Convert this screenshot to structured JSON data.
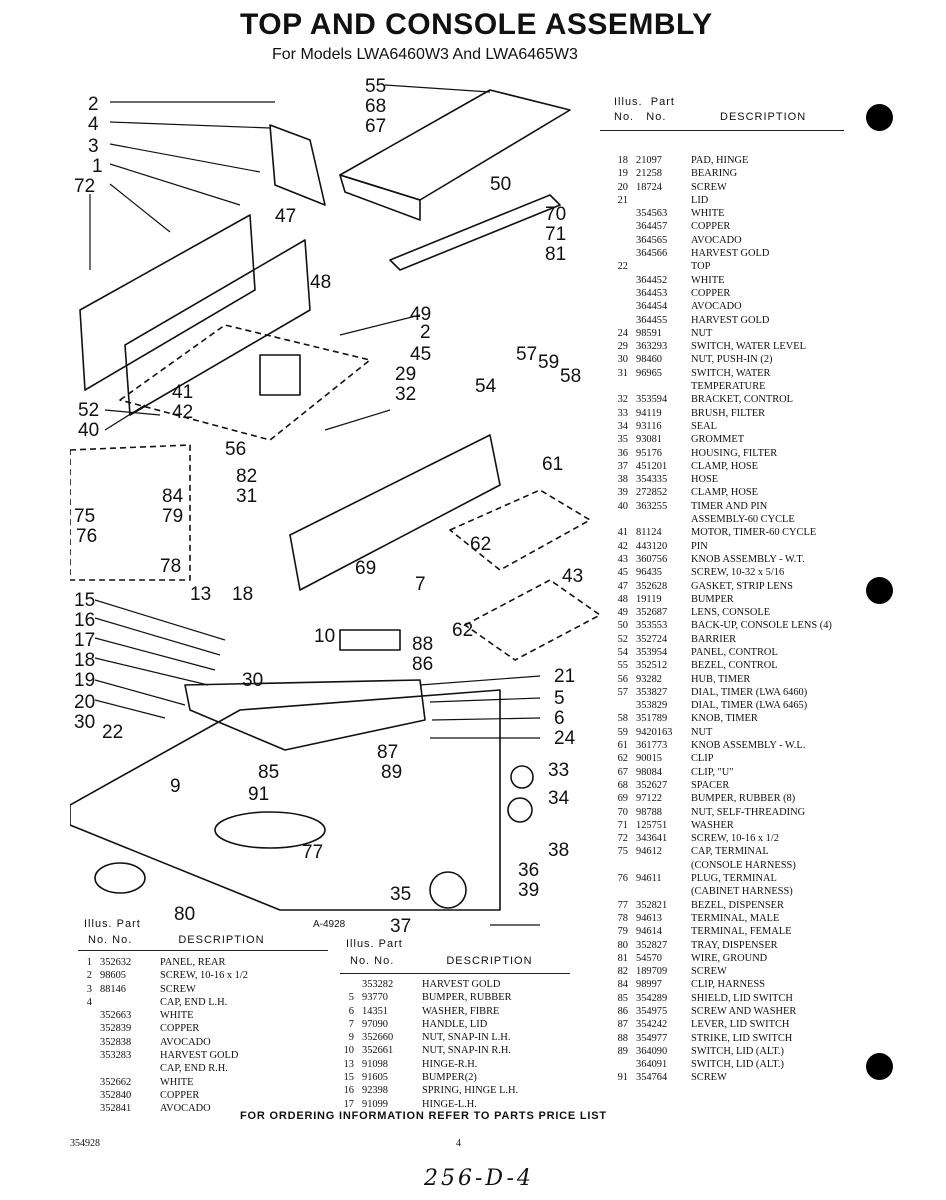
{
  "header": {
    "title": "TOP AND CONSOLE ASSEMBLY",
    "subtitle": "For Models LWA6460W3 And LWA6465W3"
  },
  "table_headers": {
    "illus_line1": "Illus.",
    "part_line1": "Part",
    "no_col": "No.",
    "no_col2": "No.",
    "description": "DESCRIPTION",
    "illus_part_combined": "Illus. Part",
    "no_no": "No.   No."
  },
  "callouts": [
    "2",
    "4",
    "3",
    "1",
    "72",
    "55",
    "68",
    "67",
    "50",
    "47",
    "48",
    "70",
    "71",
    "81",
    "49",
    "2",
    "45",
    "41",
    "42",
    "52",
    "40",
    "56",
    "29",
    "32",
    "82",
    "31",
    "54",
    "57",
    "59",
    "58",
    "61",
    "75",
    "84",
    "79",
    "76",
    "78",
    "62",
    "69",
    "7",
    "43",
    "62",
    "15",
    "13",
    "18",
    "16",
    "17",
    "10",
    "88",
    "86",
    "18",
    "30",
    "19",
    "20",
    "21",
    "5",
    "6",
    "24",
    "30",
    "22",
    "87",
    "85",
    "89",
    "9",
    "91",
    "33",
    "34",
    "38",
    "77",
    "36",
    "39",
    "35",
    "37",
    "80"
  ],
  "figure_ref": "A-4928",
  "left_parts": [
    {
      "no": "1",
      "part": "352632",
      "desc": "PANEL, REAR"
    },
    {
      "no": "2",
      "part": "98605",
      "desc": "SCREW, 10-16 x 1/2"
    },
    {
      "no": "3",
      "part": "88146",
      "desc": "SCREW"
    },
    {
      "no": "4",
      "part": "",
      "desc": "CAP, END L.H."
    },
    {
      "no": "",
      "part": "352663",
      "desc": "WHITE"
    },
    {
      "no": "",
      "part": "352839",
      "desc": "COPPER"
    },
    {
      "no": "",
      "part": "352838",
      "desc": "AVOCADO"
    },
    {
      "no": "",
      "part": "353283",
      "desc": "HARVEST GOLD"
    },
    {
      "no": "",
      "part": "",
      "desc": "CAP, END R.H."
    },
    {
      "no": "",
      "part": "352662",
      "desc": "WHITE"
    },
    {
      "no": "",
      "part": "352840",
      "desc": "COPPER"
    },
    {
      "no": "",
      "part": "352841",
      "desc": "AVOCADO"
    }
  ],
  "middle_parts": [
    {
      "no": "",
      "part": "353282",
      "desc": "HARVEST GOLD"
    },
    {
      "no": "5",
      "part": "93770",
      "desc": "BUMPER, RUBBER"
    },
    {
      "no": "6",
      "part": "14351",
      "desc": "WASHER, FIBRE"
    },
    {
      "no": "7",
      "part": "97090",
      "desc": "HANDLE, LID"
    },
    {
      "no": "9",
      "part": "352660",
      "desc": "NUT, SNAP-IN L.H."
    },
    {
      "no": "10",
      "part": "352661",
      "desc": "NUT, SNAP-IN R.H."
    },
    {
      "no": "13",
      "part": "91098",
      "desc": "HINGE-R.H."
    },
    {
      "no": "15",
      "part": "91605",
      "desc": "BUMPER(2)"
    },
    {
      "no": "16",
      "part": "92398",
      "desc": "SPRING, HINGE L.H."
    },
    {
      "no": "17",
      "part": "91099",
      "desc": "HINGE-L.H."
    }
  ],
  "right_parts": [
    {
      "no": "18",
      "part": "21097",
      "desc": "PAD, HINGE"
    },
    {
      "no": "19",
      "part": "21258",
      "desc": "BEARING"
    },
    {
      "no": "20",
      "part": "18724",
      "desc": "SCREW"
    },
    {
      "no": "21",
      "part": "",
      "desc": "LID"
    },
    {
      "no": "",
      "part": "354563",
      "desc": "WHITE"
    },
    {
      "no": "",
      "part": "364457",
      "desc": "COPPER"
    },
    {
      "no": "",
      "part": "364565",
      "desc": "AVOCADO"
    },
    {
      "no": "",
      "part": "364566",
      "desc": "HARVEST GOLD"
    },
    {
      "no": "22",
      "part": "",
      "desc": "TOP"
    },
    {
      "no": "",
      "part": "364452",
      "desc": "WHITE"
    },
    {
      "no": "",
      "part": "364453",
      "desc": "COPPER"
    },
    {
      "no": "",
      "part": "364454",
      "desc": "AVOCADO"
    },
    {
      "no": "",
      "part": "364455",
      "desc": "HARVEST GOLD"
    },
    {
      "no": "24",
      "part": "98591",
      "desc": "NUT"
    },
    {
      "no": "29",
      "part": "363293",
      "desc": "SWITCH, WATER LEVEL"
    },
    {
      "no": "30",
      "part": "98460",
      "desc": "NUT, PUSH-IN (2)"
    },
    {
      "no": "31",
      "part": "96965",
      "desc": "SWITCH, WATER"
    },
    {
      "no": "",
      "part": "",
      "desc": "TEMPERATURE"
    },
    {
      "no": "32",
      "part": "353594",
      "desc": "BRACKET, CONTROL"
    },
    {
      "no": "33",
      "part": "94119",
      "desc": "BRUSH, FILTER"
    },
    {
      "no": "34",
      "part": "93116",
      "desc": "SEAL"
    },
    {
      "no": "35",
      "part": "93081",
      "desc": "GROMMET"
    },
    {
      "no": "36",
      "part": "95176",
      "desc": "HOUSING, FILTER"
    },
    {
      "no": "37",
      "part": "451201",
      "desc": "CLAMP, HOSE"
    },
    {
      "no": "38",
      "part": "354335",
      "desc": "HOSE"
    },
    {
      "no": "39",
      "part": "272852",
      "desc": "CLAMP, HOSE"
    },
    {
      "no": "40",
      "part": "363255",
      "desc": "TIMER AND PIN"
    },
    {
      "no": "",
      "part": "",
      "desc": "ASSEMBLY-60 CYCLE"
    },
    {
      "no": "41",
      "part": "81124",
      "desc": "MOTOR, TIMER-60 CYCLE"
    },
    {
      "no": "42",
      "part": "443120",
      "desc": "PIN"
    },
    {
      "no": "43",
      "part": "360756",
      "desc": "KNOB ASSEMBLY - W.T."
    },
    {
      "no": "45",
      "part": "96435",
      "desc": "SCREW, 10-32 x 5/16"
    },
    {
      "no": "47",
      "part": "352628",
      "desc": "GASKET, STRIP LENS"
    },
    {
      "no": "48",
      "part": "19119",
      "desc": "BUMPER"
    },
    {
      "no": "49",
      "part": "352687",
      "desc": "LENS, CONSOLE"
    },
    {
      "no": "50",
      "part": "353553",
      "desc": "BACK-UP, CONSOLE LENS (4)"
    },
    {
      "no": "52",
      "part": "352724",
      "desc": "BARRIER"
    },
    {
      "no": "54",
      "part": "353954",
      "desc": "PANEL, CONTROL"
    },
    {
      "no": "55",
      "part": "352512",
      "desc": "BEZEL, CONTROL"
    },
    {
      "no": "56",
      "part": "93282",
      "desc": "HUB, TIMER"
    },
    {
      "no": "57",
      "part": "353827",
      "desc": "DIAL, TIMER (LWA 6460)"
    },
    {
      "no": "",
      "part": "353829",
      "desc": "DIAL, TIMER (LWA 6465)"
    },
    {
      "no": "58",
      "part": "351789",
      "desc": "KNOB, TIMER"
    },
    {
      "no": "59",
      "part": "9420163",
      "desc": "NUT"
    },
    {
      "no": "61",
      "part": "361773",
      "desc": "KNOB ASSEMBLY - W.L."
    },
    {
      "no": "62",
      "part": "90015",
      "desc": "CLIP"
    },
    {
      "no": "67",
      "part": "98084",
      "desc": "CLIP, \"U\""
    },
    {
      "no": "68",
      "part": "352627",
      "desc": "SPACER"
    },
    {
      "no": "69",
      "part": "97122",
      "desc": "BUMPER, RUBBER (8)"
    },
    {
      "no": "70",
      "part": "98788",
      "desc": "NUT, SELF-THREADING"
    },
    {
      "no": "71",
      "part": "125751",
      "desc": "WASHER"
    },
    {
      "no": "72",
      "part": "343641",
      "desc": "SCREW, 10-16 x 1/2"
    },
    {
      "no": "75",
      "part": "94612",
      "desc": "CAP, TERMINAL"
    },
    {
      "no": "",
      "part": "",
      "desc": "(CONSOLE HARNESS)"
    },
    {
      "no": "76",
      "part": "94611",
      "desc": "PLUG, TERMINAL"
    },
    {
      "no": "",
      "part": "",
      "desc": "(CABINET HARNESS)"
    },
    {
      "no": "77",
      "part": "352821",
      "desc": "BEZEL, DISPENSER"
    },
    {
      "no": "78",
      "part": "94613",
      "desc": "TERMINAL, MALE"
    },
    {
      "no": "79",
      "part": "94614",
      "desc": "TERMINAL, FEMALE"
    },
    {
      "no": "80",
      "part": "352827",
      "desc": "TRAY, DISPENSER"
    },
    {
      "no": "81",
      "part": "54570",
      "desc": "WIRE, GROUND"
    },
    {
      "no": "82",
      "part": "189709",
      "desc": "SCREW"
    },
    {
      "no": "84",
      "part": "98997",
      "desc": "CLIP, HARNESS"
    },
    {
      "no": "85",
      "part": "354289",
      "desc": "SHIELD, LID SWITCH"
    },
    {
      "no": "86",
      "part": "354975",
      "desc": "SCREW AND WASHER"
    },
    {
      "no": "87",
      "part": "354242",
      "desc": "LEVER, LID SWITCH"
    },
    {
      "no": "88",
      "part": "354977",
      "desc": "STRIKE, LID SWITCH"
    },
    {
      "no": "89",
      "part": "364090",
      "desc": "SWITCH, LID (ALT.)"
    },
    {
      "no": "",
      "part": "364091",
      "desc": "SWITCH, LID (ALT.)"
    },
    {
      "no": "91",
      "part": "354764",
      "desc": "SCREW"
    }
  ],
  "footer": {
    "ordering": "FOR ORDERING INFORMATION REFER TO PARTS PRICE LIST",
    "doc_number": "354928",
    "page_number": "4",
    "handwritten": "256-D-4"
  }
}
